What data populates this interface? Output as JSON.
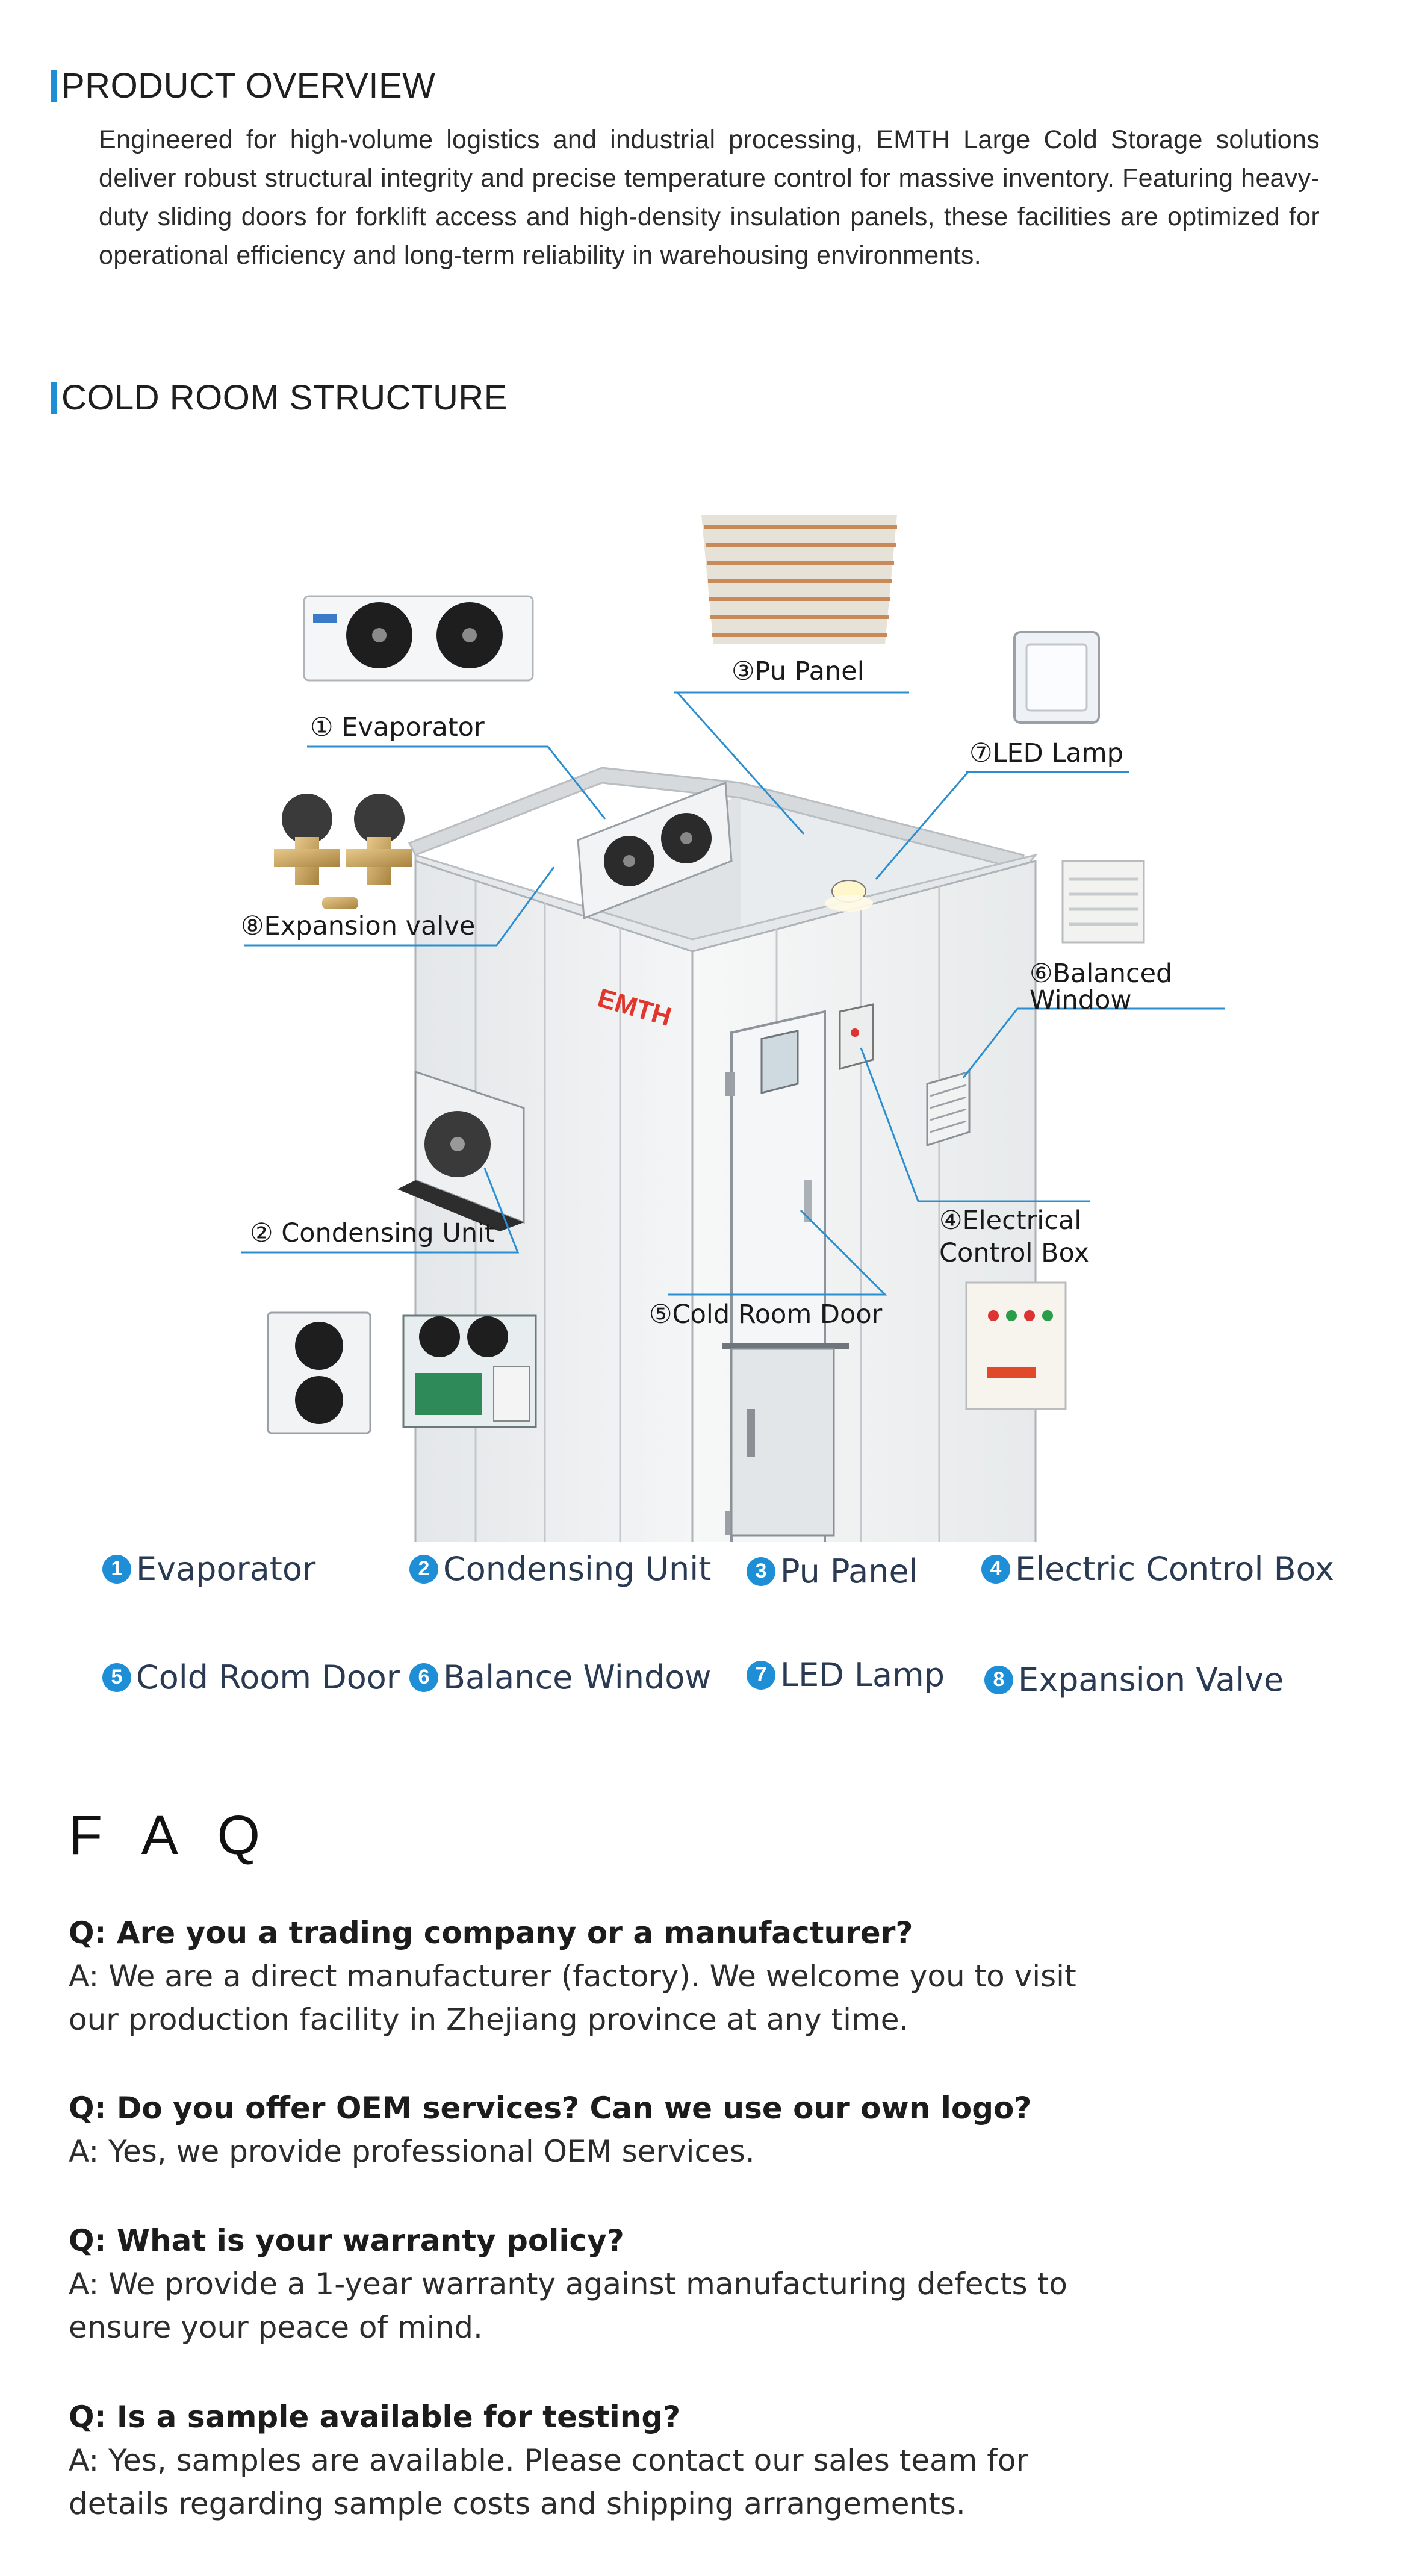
{
  "overview": {
    "title": "PRODUCT OVERVIEW",
    "text": "Engineered for high-volume logistics and industrial processing, EMTH Large Cold Storage solutions deliver robust structural integrity and precise temperature control for massive inventory. Featuring heavy-duty sliding doors for forklift access and high-density insulation panels, these facilities are optimized for operational efficiency and long-term reliability in warehousing environments."
  },
  "structure": {
    "title": "COLD ROOM STRUCTURE",
    "brand_logo": "EMTH",
    "callouts": {
      "evaporator": "① Evaporator",
      "pu_panel": "③Pu Panel",
      "led_lamp": "⑦LED Lamp",
      "expansion_valve": "⑧Expansion valve",
      "balanced_window": "⑥Balanced Window",
      "electrical_box": "④Electrical Control Box",
      "condensing_unit": "② Condensing Unit",
      "cold_room_door": "⑤Cold Room Door"
    },
    "legend": [
      {
        "num": "1",
        "label": "Evaporator"
      },
      {
        "num": "2",
        "label": "Condensing Unit"
      },
      {
        "num": "3",
        "label": "Pu Panel"
      },
      {
        "num": "4",
        "label": "Electric Control Box"
      },
      {
        "num": "5",
        "label": "Cold Room Door"
      },
      {
        "num": "6",
        "label": "Balance Window"
      },
      {
        "num": "7",
        "label": "LED Lamp"
      },
      {
        "num": "8",
        "label": "Expansion Valve"
      }
    ],
    "colors": {
      "accent": "#1e8fd6",
      "panel": "#eef0f1",
      "line": "#2a8fd0"
    }
  },
  "faq": {
    "title": "F A Q",
    "items": [
      {
        "q": "Q: Are you a trading company or a manufacturer?",
        "a": "A: We are a direct manufacturer (factory). We welcome you to visit our production facility in Zhejiang province at any time."
      },
      {
        "q": "Q: Do you offer OEM services? Can we use our own logo?",
        "a": "A: Yes, we provide professional OEM services."
      },
      {
        "q": "Q: What is your warranty policy?",
        "a": "A: We provide a 1-year warranty against manufacturing defects to ensure your peace of mind."
      },
      {
        "q": "Q: Is a sample available for testing?",
        "a": "A: Yes, samples are available. Please contact our sales team for details regarding sample costs and shipping arrangements."
      }
    ]
  }
}
